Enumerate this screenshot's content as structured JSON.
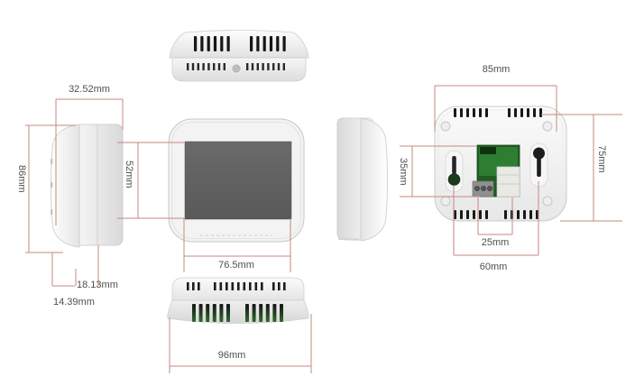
{
  "drawing": {
    "dimensions": {
      "side_depth_total": "32.52mm",
      "side_height": "86mm",
      "side_depth_rear": "18.13mm",
      "side_depth_front": "14.39mm",
      "screen_height": "52mm",
      "screen_width": "76.5mm",
      "device_width_bottom": "96mm",
      "back_plate_width": "85mm",
      "back_plate_height": "75mm",
      "wiring_opening_height": "35mm",
      "terminal_width": "25mm",
      "mounting_hole_spacing": "60mm"
    },
    "colors": {
      "dimension_line": "#c4897f",
      "label_text": "#4f4f4f",
      "screen": "#616161",
      "pcb_green": "#2f7d33",
      "body": "#f3f3f3"
    }
  }
}
